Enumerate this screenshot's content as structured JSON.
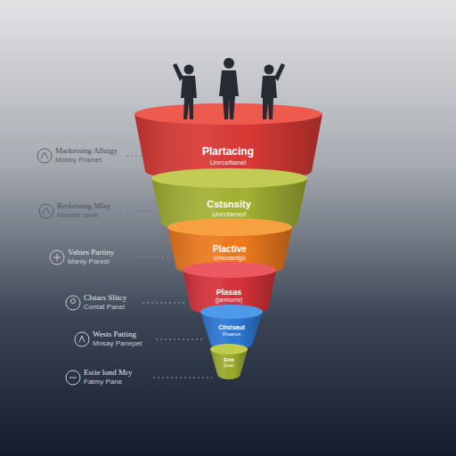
{
  "diagram": {
    "nodes": [
      {
        "text": [
          "Plartacing",
          "Unrcefianel"
        ]
      },
      {
        "text": [
          "Cstsnsity",
          "Unrctarred"
        ]
      },
      {
        "text": [
          "Plactive",
          "Umcoantgo"
        ]
      },
      {
        "text": [
          "Plasas",
          "(pemorre)"
        ]
      },
      {
        "text": [
          "Clistsaut",
          "Rsaece"
        ]
      },
      {
        "text": [
          "Ettit",
          "Eeaz"
        ]
      }
    ],
    "labels": [
      "Marketsing Alluigy",
      "Mobby Pramet",
      "Rerkesting Mlay",
      "Marlest tame",
      "Vahies Partiny",
      "Manly Parest",
      "Clstars Slitcy",
      "Contat Panel",
      "Wests Patting",
      "Mnsay Panepet",
      "Esrie lond Mry",
      "Fatmy Pane"
    ]
  }
}
